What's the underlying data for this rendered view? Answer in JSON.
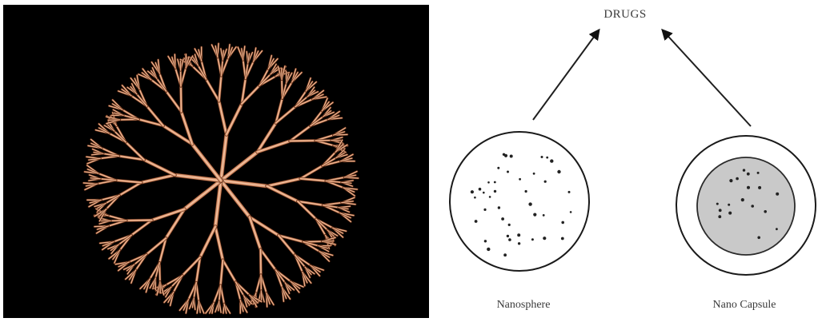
{
  "figure": {
    "dendrimer_panel": {
      "background": "#000000",
      "branch_color": "#d7916a",
      "branch_highlight": "#f2c3a3"
    },
    "diagram": {
      "top_label": "DRUGS",
      "nanosphere": {
        "label": "Nanosphere",
        "dot_color": "#222222"
      },
      "nanocapsule": {
        "label": "Nano Capsule",
        "core_fill": "#c9c9c9",
        "dot_color": "#222222"
      },
      "line_color": "#1f1f1f"
    }
  }
}
